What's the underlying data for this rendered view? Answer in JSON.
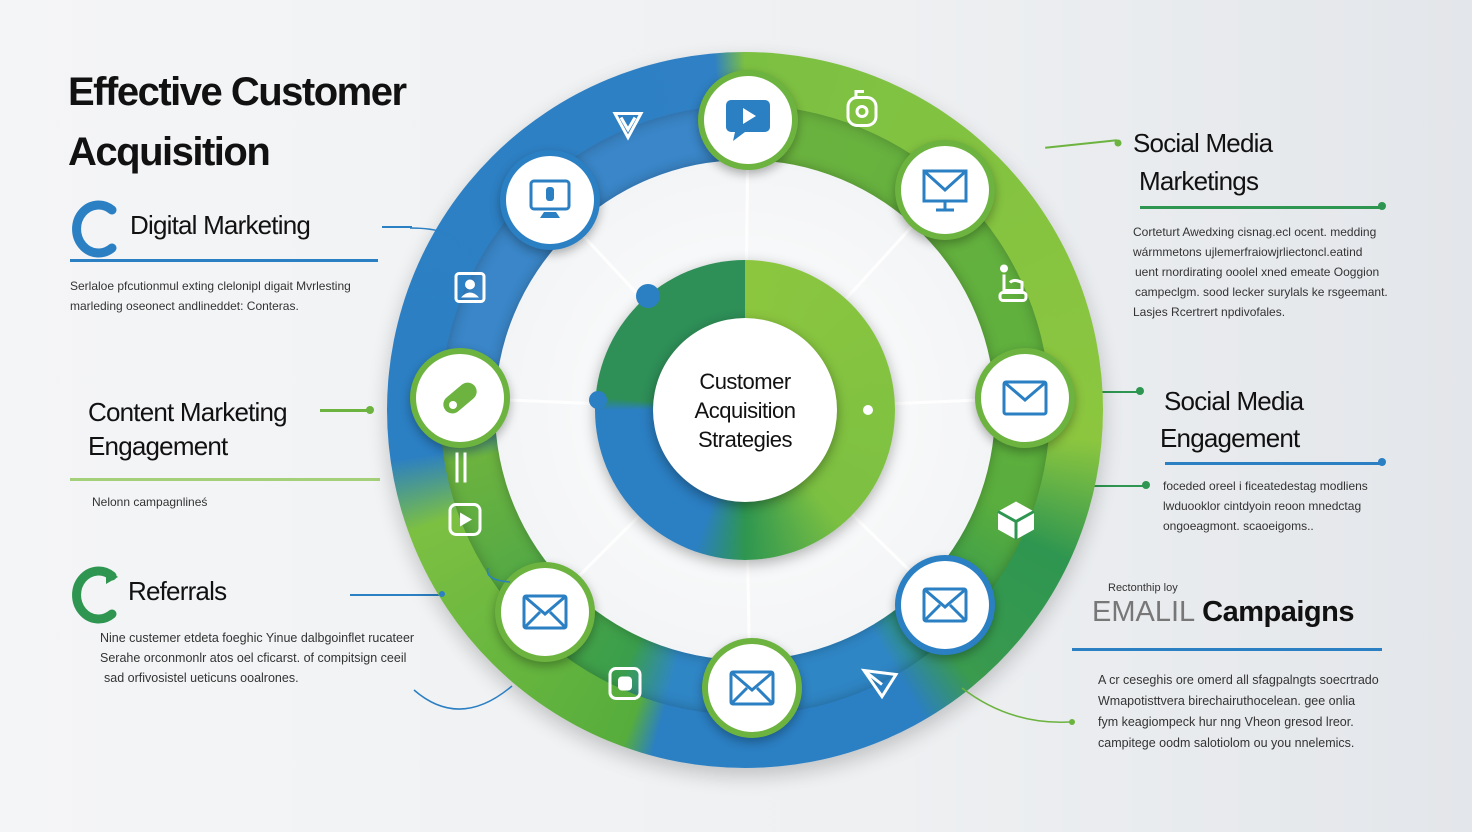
{
  "title": [
    "Effective Customer",
    "Acquisition"
  ],
  "center": [
    "Customer",
    "Acquisition",
    "Strategies"
  ],
  "left": [
    {
      "heading": "Digital Marketing",
      "body": [
        "Serlaloe pfcutionmul exting clelonipl digait Mvrlesting",
        "marleding oseonect andlineddet: Conteras."
      ]
    },
    {
      "heading": [
        "Content Marketing",
        "Engagement"
      ],
      "body": [
        "Nelonn campagnlineś"
      ]
    },
    {
      "heading": "Referrals",
      "body": [
        "Nine custemer etdeta foeghic Yinue dalbgoinflet rucateer",
        "Serahe orconmonlr atos oel cficarst. of compitsign ceeil",
        "sad orfivosistel ueticuns ooalrones."
      ]
    }
  ],
  "right": [
    {
      "heading": [
        "Social Media",
        "Marketings"
      ],
      "body": [
        "Corteturt Awedxing cisnag.ecl ocent. medding",
        "wármmetons ujlemerfraiowjrliectoncl.eatind",
        "uent rnordirating ooolel xned emeate Ooggion",
        "campeclgm. sood lecker surylals ke rsgeemant.",
        "Lasjes Rcertrert npdivofales."
      ]
    },
    {
      "heading": [
        "Social Media",
        "Engagement"
      ],
      "body": [
        "foceded oreel i ficeatedestag modliens",
        "lwduooklor cintdyoin reoon mnedctag",
        "ongoeagmont. scaoeigoms.."
      ]
    },
    {
      "kicker": "Rectonthip loy",
      "heading_light": "EMALIL",
      "heading": "Campaigns",
      "body": [
        "A cr ceseghis ore omerd all sfagpalngts soecrtrado",
        "Wmapotisttvera birechairuthocelean. gee onlia",
        "fym keagiompeck hur nng Vheon gresod lreor.",
        "campitege oodm salotiolom ou you nnelemics."
      ]
    }
  ],
  "colors": {
    "blue": "#2b7fc3",
    "green": "#6cb33f",
    "dark_green": "#2e9650"
  }
}
